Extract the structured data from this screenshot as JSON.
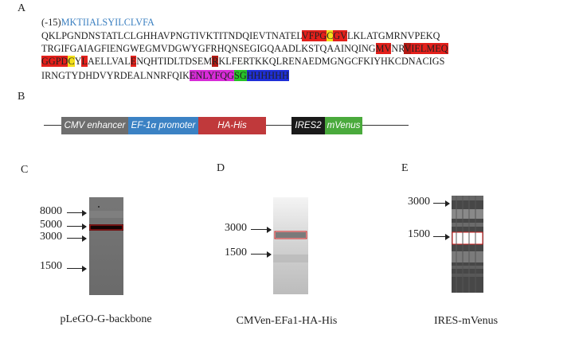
{
  "panels": {
    "a": "A",
    "b": "B",
    "c": "C",
    "d": "D",
    "e": "E"
  },
  "panel_a": {
    "line1_prefix": "(-15)",
    "line1_signal": "MKTIIALSYILCLVFA",
    "line2": [
      {
        "t": "QKLPGNDNSTATLCLGHHAVPNGTIVKTITNDQIEVTNATEL",
        "c": ""
      },
      {
        "t": "VFPG",
        "c": "red"
      },
      {
        "t": "C",
        "c": "yellow"
      },
      {
        "t": "GV",
        "c": "red"
      },
      {
        "t": "LKLATGMRNVPEKQ",
        "c": ""
      }
    ],
    "line3": [
      {
        "t": "TRGIFGAIAGFIENGWEGMVDGWYGFRHQNSEGIGQAADLKSTQAAINQING",
        "c": ""
      },
      {
        "t": "MV",
        "c": "red"
      },
      {
        "t": "NR",
        "c": ""
      },
      {
        "t": "V",
        "c": "darkred"
      },
      {
        "t": "IELMEQ",
        "c": "red"
      }
    ],
    "line4": [
      {
        "t": "GGPD",
        "c": "red"
      },
      {
        "t": "C",
        "c": "yellow"
      },
      {
        "t": "Y",
        "c": ""
      },
      {
        "t": "L",
        "c": "red"
      },
      {
        "t": "AELLVAL",
        "c": ""
      },
      {
        "t": "E",
        "c": "red"
      },
      {
        "t": "NQHTIDLTDSEM",
        "c": ""
      },
      {
        "t": "R",
        "c": "darkred"
      },
      {
        "t": "KLFERTKKQLRENAEDMGNGCFKIYHKCDNACIGS",
        "c": ""
      }
    ],
    "line5": [
      {
        "t": "IRNGTYDHDVYRDEALNNRFQIK",
        "c": ""
      },
      {
        "t": "ENLYFQG",
        "c": "magenta"
      },
      {
        "t": "SG",
        "c": "green"
      },
      {
        "t": "HHHHHH",
        "c": "blue"
      }
    ]
  },
  "panel_b": {
    "segments": [
      {
        "label": "CMV enhancer",
        "color": "#6e6e6e"
      },
      {
        "label": "EF-1α promoter",
        "color": "#3b82c4"
      },
      {
        "label": "HA-His",
        "color": "#c0393b"
      },
      {
        "label": "IRES2",
        "color": "#1a1a1a"
      },
      {
        "label": "mVenus",
        "color": "#4aaa3c"
      }
    ]
  },
  "panel_c": {
    "markers": [
      "8000",
      "5000",
      "3000",
      "1500"
    ],
    "caption": "pLeGO-G-backbone"
  },
  "panel_d": {
    "markers": [
      "3000",
      "1500"
    ],
    "caption": "CMVen-EFa1-HA-His"
  },
  "panel_e": {
    "markers": [
      "3000",
      "1500"
    ],
    "caption": "IRES-mVenus"
  }
}
